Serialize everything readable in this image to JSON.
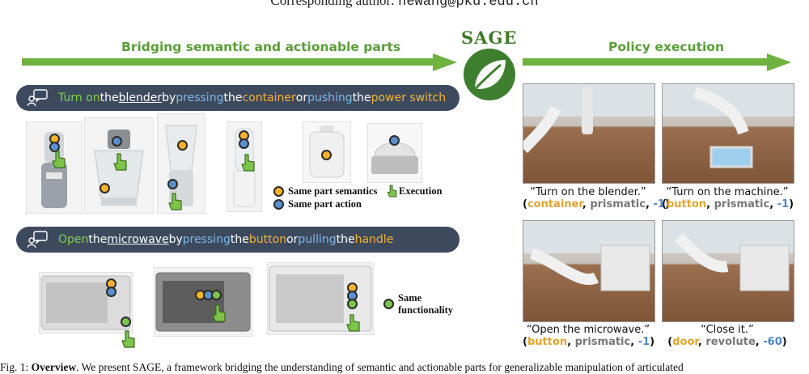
{
  "header": {
    "corresponding_label": "Corresponding author:",
    "corresponding_email": "hewang@pku.edu.cn"
  },
  "left_section": {
    "title": "Bridging semantic and actionable parts"
  },
  "right_section": {
    "title": "Policy execution"
  },
  "logo": {
    "text": "SAGE"
  },
  "instruction1": {
    "w1": "Turn on",
    "w2": " the ",
    "w3": "blender",
    "w4": " by ",
    "w5": "pressing",
    "w6": " the ",
    "w7": "container",
    "w8": " or ",
    "w9": "pushing",
    "w10": " the ",
    "w11": "power switch"
  },
  "instruction2": {
    "w1": "Open",
    "w2": " the ",
    "w3": "microwave",
    "w4": " by ",
    "w5": "pressing",
    "w6": " the ",
    "w7": "button",
    "w8": " or ",
    "w9": "pulling",
    "w10": " the ",
    "w11": "handle"
  },
  "legend": {
    "semantics": "Same part semantics",
    "action": "Same part action",
    "execution": "Execution",
    "func1": "Same",
    "func2": "functionality"
  },
  "policy": [
    {
      "quote": "“Turn on the blender.”",
      "part": "container",
      "type": "prismatic",
      "value": "-1"
    },
    {
      "quote": "“Turn on the machine.”",
      "part": "button",
      "type": "prismatic",
      "value": "-1"
    },
    {
      "quote": "“Open the microwave.”",
      "part": "button",
      "type": "prismatic",
      "value": "-1"
    },
    {
      "quote": "“Close it.”",
      "part": "door",
      "type": "revolute",
      "value": "-60"
    }
  ],
  "punct": {
    "open": "(",
    "comma": ", ",
    "close": ")"
  },
  "caption": {
    "prefix": "Fig. 1: ",
    "bold": "Overview",
    "text": ". We present SAGE, a framework bridging the understanding of semantic and actionable parts for generalizable manipulation of articulated"
  },
  "colors": {
    "green": "#6fb23f",
    "dark_green": "#3d7f2e",
    "pill": "#3d4a5e",
    "orange": "#f2b233",
    "blue": "#7db7ea"
  }
}
